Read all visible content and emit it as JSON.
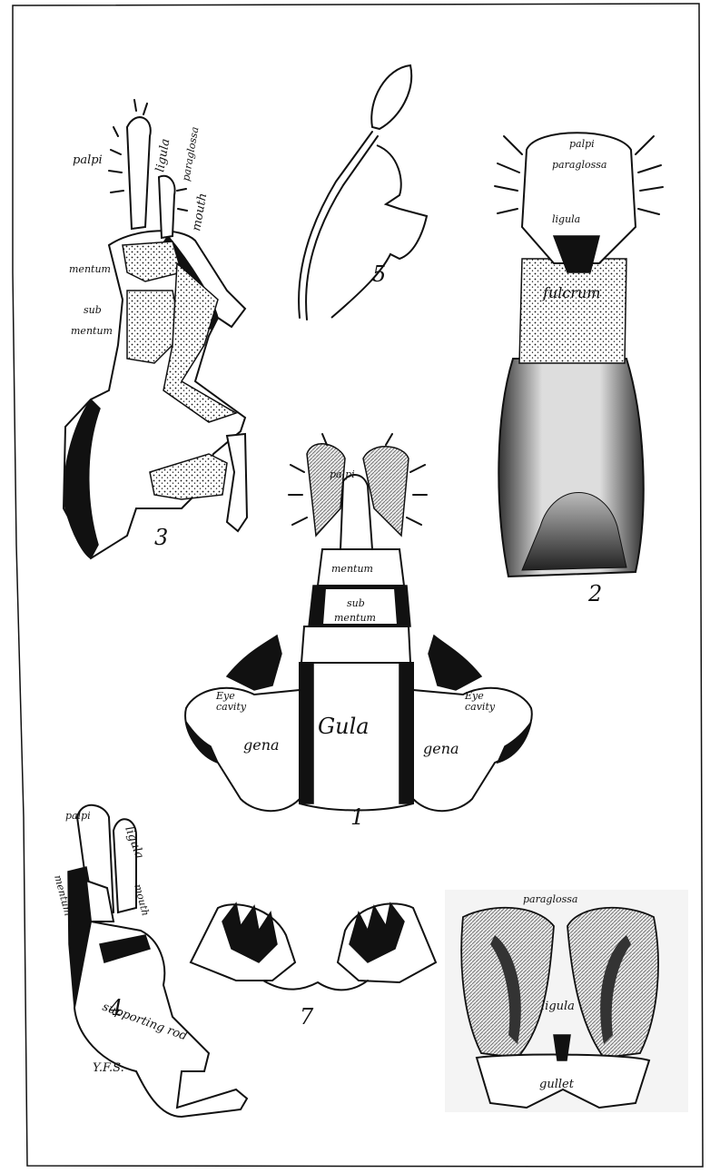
{
  "figures": {
    "fig3": {
      "number": "3",
      "labels": {
        "palpi": "palpi",
        "ligula": "ligula",
        "paraglossa": "paraglossa",
        "mouth": "mouth",
        "mentum": "mentum",
        "sub": "sub",
        "mentum2": "mentum"
      }
    },
    "fig5": {
      "number": "5"
    },
    "fig2": {
      "number": "2",
      "labels": {
        "palpi": "palpi",
        "paraglossa": "paraglossa",
        "ligula": "ligula",
        "fulcrum": "fulcrum"
      }
    },
    "fig1": {
      "number": "1",
      "labels": {
        "palpi": "palpi",
        "mentum": "mentum",
        "sub": "sub",
        "submentum": "mentum",
        "eye_cavity_left_1": "Eye",
        "eye_cavity_left_2": "cavity",
        "eye_cavity_right_1": "Eye",
        "eye_cavity_right_2": "cavity",
        "gena_left": "gena",
        "gula": "Gula",
        "gena_right": "gena"
      }
    },
    "fig4": {
      "number": "4",
      "signature": "Y.F.S.",
      "labels": {
        "palpi": "palpi",
        "ligula": "ligula",
        "mentum": "mentum",
        "mouth": "mouth",
        "supporting_rod": "supporting rod"
      }
    },
    "fig7": {
      "number": "7"
    },
    "fig6": {
      "labels": {
        "paraglossa": "paraglossa",
        "ligula": "ligula",
        "gullet": "gullet"
      }
    }
  }
}
